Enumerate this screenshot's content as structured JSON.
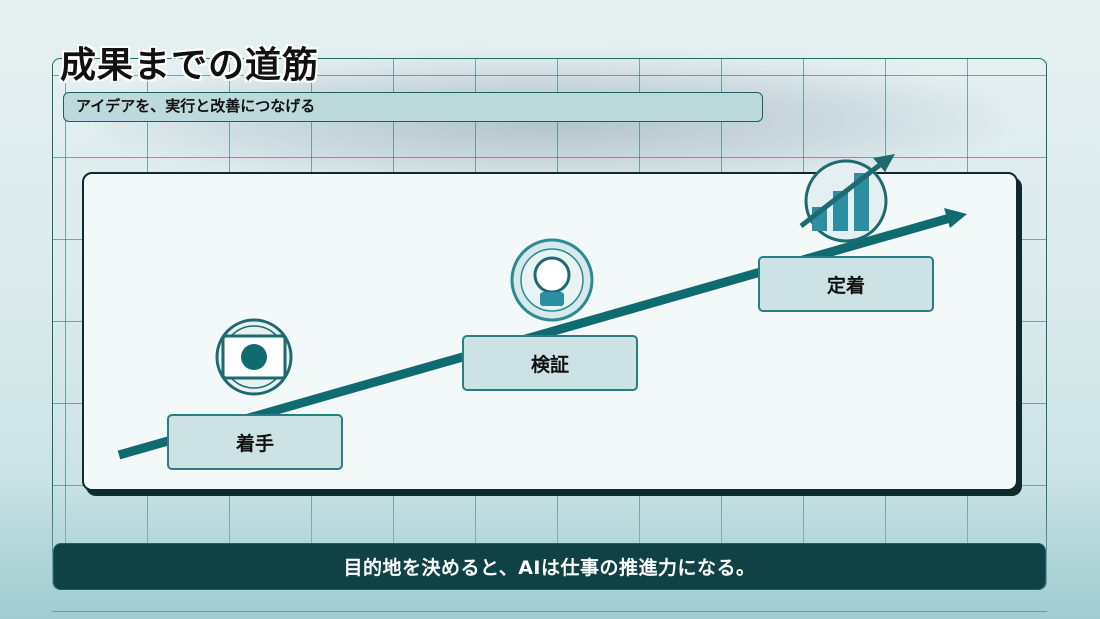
{
  "header": {
    "title": "成果までの道筋",
    "subtitle": "アイデアを、実行と改善につなげる"
  },
  "steps": [
    {
      "label": "着手",
      "icon": "focus-dot-icon"
    },
    {
      "label": "検証",
      "icon": "lightbulb-icon"
    },
    {
      "label": "定着",
      "icon": "growth-chart-icon"
    }
  ],
  "footer": {
    "message": "目的地を決めると、AIは仕事の推進力になる。"
  },
  "colors": {
    "accent": "#0f6b70",
    "dark": "#0f4145",
    "box_fill": "#cde2e5",
    "icon_teal": "#2b8fa3"
  }
}
